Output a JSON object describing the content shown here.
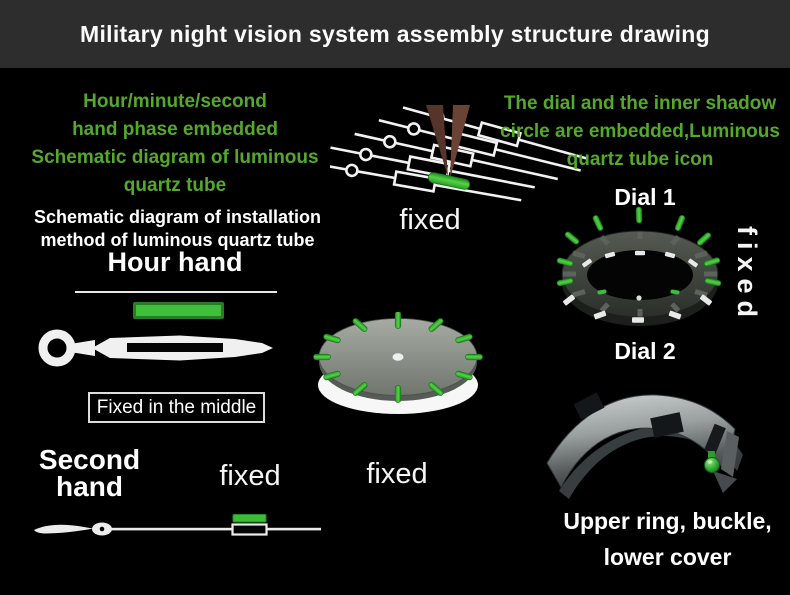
{
  "header": {
    "title": "Military night vision system assembly structure drawing"
  },
  "left": {
    "caption_green": [
      "Hour/minute/second",
      "hand phase embedded",
      "Schematic diagram of luminous",
      "quartz tube"
    ],
    "caption_white": [
      "Schematic diagram of installation",
      "method of luminous quartz tube"
    ],
    "hour_hand_title": "Hour hand",
    "fixed_in_middle_label": "Fixed in the middle",
    "second_hand_line1": "Second",
    "second_hand_line2": "hand",
    "fixed_label": "fixed"
  },
  "center": {
    "fixed_top_label": "fixed",
    "fixed_bottom_label": "fixed"
  },
  "right": {
    "caption_green": [
      "The dial and the inner shadow",
      "circle  are embedded,Luminous",
      "quartz tube icon"
    ],
    "dial1_label": "Dial 1",
    "fixed_vertical_label": "fixed",
    "dial2_label": "Dial 2",
    "caption_bottom": [
      "Upper ring, buckle,",
      "lower cover"
    ]
  },
  "illustrations": {
    "hands_tweezers": "watch-hands-with-tweezers",
    "hour_hand": "hour-hand-with-luminous-tube",
    "second_hand": "second-hand-with-luminous-tube",
    "dial_disc": "dial-disc-with-luminous-tubes",
    "dial_ring": "chapter-ring-with-luminous-tubes",
    "buckle": "upper-ring-buckle-lower-cover"
  },
  "colors": {
    "background": "#000000",
    "header_bg": "#2d2d2d",
    "accent_green_text": "#54a82a",
    "luminous_green": "#3fbf3a",
    "text_white": "#ffffff"
  }
}
